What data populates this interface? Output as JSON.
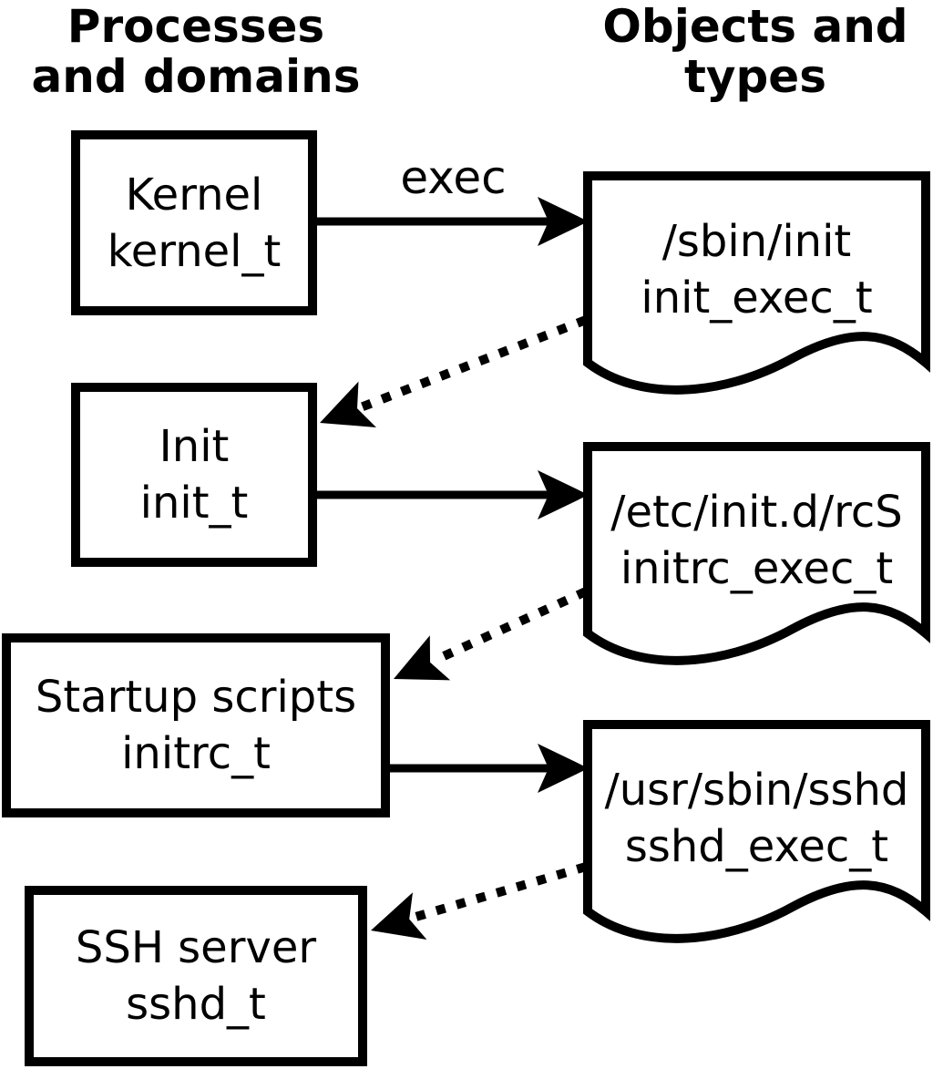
{
  "diagram": {
    "left_column_title": [
      "Processes",
      "and domains"
    ],
    "right_column_title": [
      "Objects and",
      "types"
    ],
    "process_boxes": [
      {
        "name": "Kernel",
        "type": "kernel_t"
      },
      {
        "name": "Init",
        "type": "init_t"
      },
      {
        "name": "Startup scripts",
        "type": "initrc_t"
      },
      {
        "name": "SSH server",
        "type": "sshd_t"
      }
    ],
    "object_documents": [
      {
        "path": "/sbin/init",
        "type": "init_exec_t"
      },
      {
        "path": "/etc/init.d/rcS",
        "type": "initrc_exec_t"
      },
      {
        "path": "/usr/sbin/sshd",
        "type": "sshd_exec_t"
      }
    ],
    "arrow_label_exec": "exec",
    "colors": {
      "line": "#000000",
      "fill": "#ffffff",
      "text": "#000000",
      "background": "#ffffff"
    }
  }
}
